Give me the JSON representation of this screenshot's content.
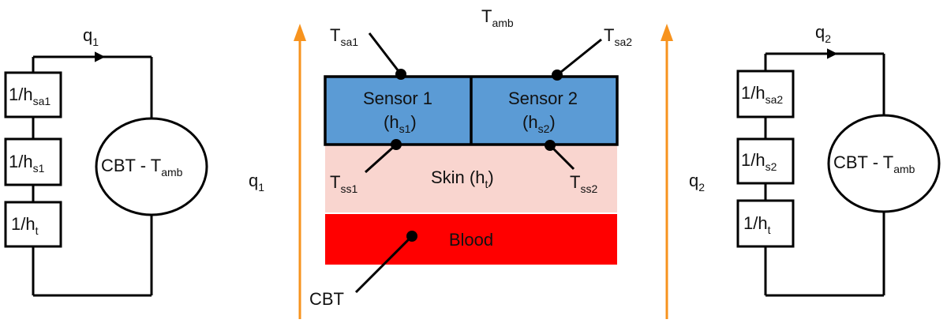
{
  "colors": {
    "arrow": "#f7931e",
    "sensor": "#5b9bd5",
    "skin": "#f9d5cf",
    "blood": "#ff0000",
    "line": "#000000"
  },
  "left_circuit": {
    "flow": {
      "base": "q",
      "sub": "1"
    },
    "resistors": [
      {
        "base": "1/h",
        "sub": "sa1"
      },
      {
        "base": "1/h",
        "sub": "s1"
      },
      {
        "base": "1/h",
        "sub": "t"
      }
    ],
    "source": {
      "base": "CBT - T",
      "sub": "amb"
    }
  },
  "right_circuit": {
    "flow": {
      "base": "q",
      "sub": "2"
    },
    "resistors": [
      {
        "base": "1/h",
        "sub": "sa2"
      },
      {
        "base": "1/h",
        "sub": "s2"
      },
      {
        "base": "1/h",
        "sub": "t"
      }
    ],
    "source": {
      "base": "CBT - T",
      "sub": "amb"
    }
  },
  "center": {
    "ambient": {
      "base": "T",
      "sub": "amb"
    },
    "flux_left": {
      "base": "q",
      "sub": "1"
    },
    "flux_right": {
      "base": "q",
      "sub": "2"
    },
    "sensor1": {
      "name": "Sensor 1",
      "h_base": "(h",
      "h_sub": "s1",
      "h_close": ")"
    },
    "sensor2": {
      "name": "Sensor 2",
      "h_base": "(h",
      "h_sub": "s2",
      "h_close": ")"
    },
    "skin": {
      "base": "Skin (h",
      "sub": "t",
      "close": ")"
    },
    "blood": "Blood",
    "probes": {
      "t_sa1": {
        "base": "T",
        "sub": "sa1"
      },
      "t_sa2": {
        "base": "T",
        "sub": "sa2"
      },
      "t_ss1": {
        "base": "T",
        "sub": "ss1"
      },
      "t_ss2": {
        "base": "T",
        "sub": "ss2"
      },
      "cbt": "CBT"
    }
  }
}
